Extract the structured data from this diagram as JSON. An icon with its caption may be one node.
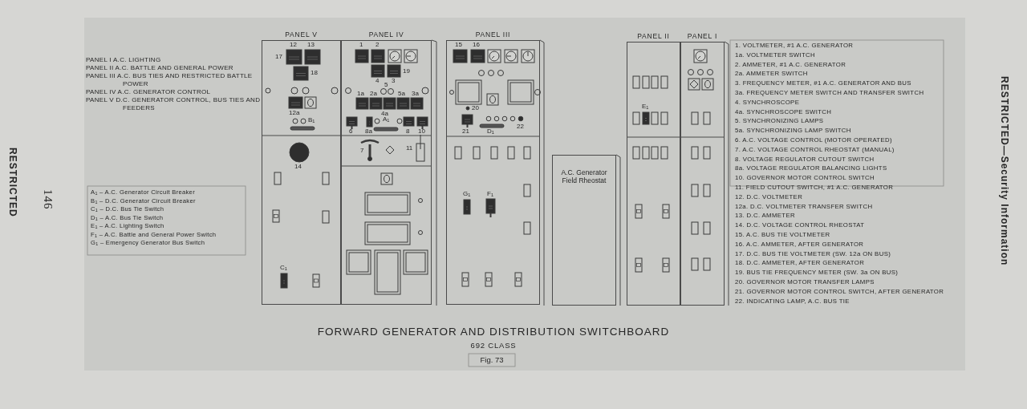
{
  "diagram": {
    "title": "FORWARD GENERATOR AND DISTRIBUTION SWITCHBOARD",
    "caption": "Fig. 73",
    "nodes": [
      {
        "text": [
          "PANEL V"
        ]
      },
      {
        "text": [
          "PANEL IV"
        ]
      },
      {
        "text": [
          "PANEL III"
        ]
      },
      {
        "text": [
          "A.C. Generator Field Rheostat"
        ]
      },
      {
        "text": [
          "PANEL II"
        ]
      },
      {
        "text": [
          "PANEL I"
        ]
      }
    ],
    "labels": [
      "PANEL I A.C. LIGHTING",
      "PANEL II A.C. BATTLE AND GENERAL POWER",
      "PANEL III A.C. BUS TIES AND RESTRICTED BATTLE POWER",
      "PANEL IV A.C. GENERATOR CONTROL",
      "PANEL V D.C. GENERATOR CONTROL, BUS TIES AND FEEDERS",
      "A$_{1}$ – A.C. Generator Circuit Breaker",
      "B$_{1}$ – D.C. Generator Circuit Breaker",
      "C$_{1}$ – D.C. Bus Tie Switch",
      "D$_{1}$ – A.C. Bus Tie Switch",
      "E$_{1}$ – A.C. Lighting Switch",
      "F$_{1}$ – A.C. Battle and General Power Switch",
      "G$_{1}$ – Emergency Generator Bus Switch",
      "12",
      "13",
      "17",
      "18",
      "12a",
      "B$_{1}$",
      "14",
      "C$_{1}$",
      "1",
      "2",
      "19",
      "4",
      "3",
      "5",
      "1a",
      "2a",
      "5a",
      "3a",
      "4a",
      "6",
      "8a",
      "A$_{1}$",
      "8",
      "10",
      "7",
      "11",
      "15",
      "16",
      "20",
      "21",
      "22",
      "D$_{1}$",
      "G$_{1}$",
      "F$_{1}$",
      "E$_{1}$",
      "1. VOLTMETER, #1 A.C. GENERATOR",
      "1a. VOLTMETER SWITCH",
      "2. AMMETER, #1 A.C. GENERATOR",
      "2a. AMMETER SWITCH",
      "3. FREQUENCY METER, #1 A.C. GENERATOR AND BUS",
      "3a. FREQUENCY METER SWITCH AND TRANSFER SWITCH",
      "4. SYNCHROSCOPE",
      "4a. SYNCHROSCOPE SWITCH",
      "5. SYNCHRONIZING LAMPS",
      "5a. SYNCHRONIZING LAMP SWITCH",
      "6. A.C. VOLTAGE CONTROL (MOTOR OPERATED)",
      "7. A.C. VOLTAGE CONTROL RHEOSTAT (MANUAL)",
      "8. VOLTAGE REGULATOR CUTOUT SWITCH",
      "8a. VOLTAGE REGULATOR BALANCING LIGHTS",
      "10. GOVERNOR MOTOR CONTROL SWITCH",
      "11. FIELD CUTOUT SWITCH, #1 A.C. GENERATOR",
      "12. D.C. VOLTMETER",
      "12a. D.C. VOLTMETER TRANSFER SWITCH",
      "13. D.C. AMMETER",
      "14. D.C. VOLTAGE CONTROL RHEOSTAT",
      "15. A.C. BUS TIE VOLTMETER",
      "16. A.C. AMMETER, AFTER GENERATOR",
      "17. D.C. BUS TIE VOLTMETER (SW. 12a ON BUS)",
      "18. D.C. AMMETER, AFTER GENERATOR",
      "19. BUS TIE FREQUENCY METER (SW. 3a ON BUS)",
      "20. GOVERNOR MOTOR TRANSFER LAMPS",
      "21. GOVERNOR MOTOR CONTROL SWITCH, AFTER GENERATOR",
      "22. INDICATING LAMP, A.C. BUS TIE",
      "692 CLASS",
      "146",
      "RESTRICTED",
      "RESTRICTED—Security Information"
    ]
  }
}
